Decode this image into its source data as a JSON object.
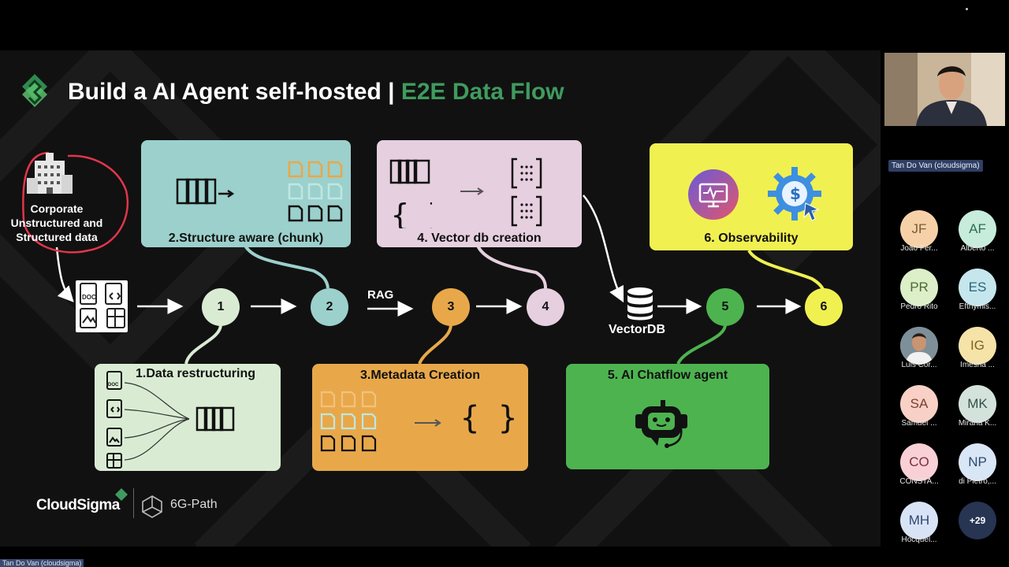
{
  "slide": {
    "title_main": "Build a AI Agent self-hosted | ",
    "title_accent": "E2E Data Flow",
    "corporate_label": [
      "Corporate",
      "Unstructured and",
      "Structured data"
    ],
    "boxes": {
      "structure": "2.Structure aware (chunk)",
      "vector": "4. Vector db creation",
      "observability": "6. Observability",
      "restructuring": "1.Data restructuring",
      "metadata": "3.Metadata Creation",
      "chatflow": "5. AI Chatflow agent"
    },
    "nodes": [
      "1",
      "2",
      "3",
      "4",
      "5",
      "6"
    ],
    "rag_label": "RAG",
    "vectordb_label": "VectorDB",
    "doc_label": "DOC",
    "logos": {
      "cloudsigma": "CloudSigma",
      "sixg": "6G-Path"
    },
    "colors": {
      "green_light": "#d9ecd3",
      "teal": "#9cd0cc",
      "pink": "#e6cfdf",
      "yellow": "#f1f051",
      "orange": "#e8a84a",
      "green": "#4db34f",
      "accent": "#3f9b5e"
    }
  },
  "panel": {
    "host_name": "Tan Do Van (cloudsigma)",
    "participants": [
      {
        "initials": "JF",
        "name": "Joao Fer..."
      },
      {
        "initials": "AF",
        "name": "Alberto ..."
      },
      {
        "initials": "PR",
        "name": "Pedro Rito"
      },
      {
        "initials": "ES",
        "name": "Efthymis..."
      },
      {
        "initials": "",
        "name": "Luis Cor..."
      },
      {
        "initials": "IG",
        "name": "Imesha ..."
      },
      {
        "initials": "SA",
        "name": "Samuel ..."
      },
      {
        "initials": "MK",
        "name": "Mirana K..."
      },
      {
        "initials": "CO",
        "name": "CONSTA..."
      },
      {
        "initials": "NP",
        "name": "di Pietro,..."
      },
      {
        "initials": "MH",
        "name": "Hocquel..."
      }
    ],
    "more_count": "+29"
  },
  "bottom_name": "Tan Do Van (cloudsigma)"
}
